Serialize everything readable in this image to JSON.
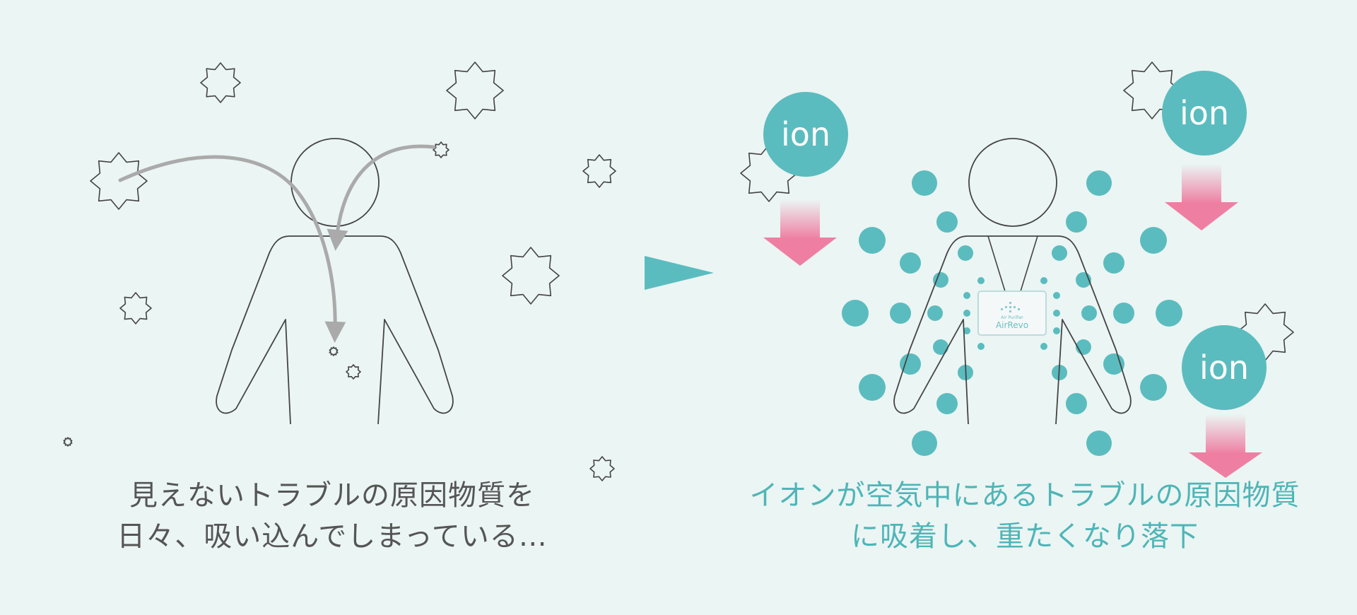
{
  "left_panel": {
    "caption_lines": [
      "見えないトラブルの原因物質を",
      "日々、吸い込んでしまっている…"
    ]
  },
  "right_panel": {
    "caption_lines": [
      "イオンが空気中にあるトラブルの原因物質",
      "に吸着し、重たくなり落下"
    ],
    "ion_label": "ion",
    "device_brand": "AirRevo",
    "device_subtext": "Air Purifier"
  },
  "colors": {
    "background": "#ebf5f3",
    "teal": "#5bbcbf",
    "pink": "#ee7fa3",
    "outline": "#444444",
    "arrow_gray": "#aaaaaa"
  },
  "icons": [
    "particle-star-icon",
    "person-outline-icon",
    "ion-bubble-icon",
    "down-arrow-icon",
    "play-triangle-icon",
    "device-badge-icon"
  ]
}
